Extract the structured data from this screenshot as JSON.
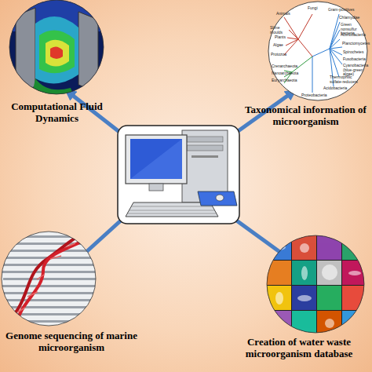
{
  "diagram": {
    "labels": [
      "Computational Fluid Dynamics",
      "Taxonomical information of microorganism",
      "Animals",
      "Fungi",
      "Gram-positives",
      "Chlamydiae",
      "Slime moulds",
      "Green nonsulfur bacteria",
      "Plants",
      "Actinobacteria",
      "Algae",
      "Planctomycetes",
      "Protozoa",
      "Spirochetes",
      "Crenarchaeota",
      "Fusobacteria",
      "Nanoarchaeota",
      "Cyanobacteria (blue-green algae)",
      "Euryarchaeota",
      "Thermophilic sulfate-reducers",
      "Acidobacteria",
      "Proteobacteria",
      "Genome sequencing of marine microorganism",
      "Creation of water waste microorganism database"
    ]
  }
}
